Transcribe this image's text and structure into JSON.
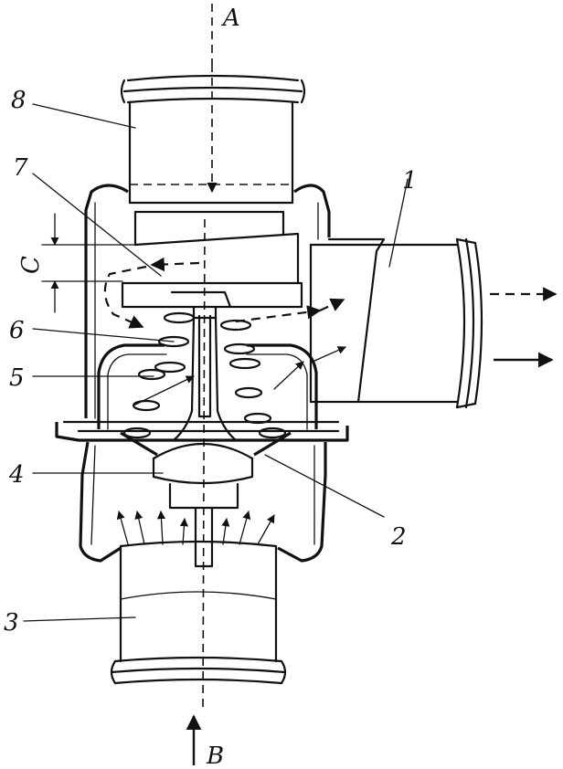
{
  "labels": {
    "l1": "1",
    "l2": "2",
    "l3": "3",
    "l4": "4",
    "l5": "5",
    "l6": "6",
    "l7": "7",
    "l8": "8",
    "flow_a": "A",
    "flow_b": "B",
    "gap_c": "C"
  },
  "colors": {
    "ink": "#111111",
    "paper": "#ffffff"
  }
}
